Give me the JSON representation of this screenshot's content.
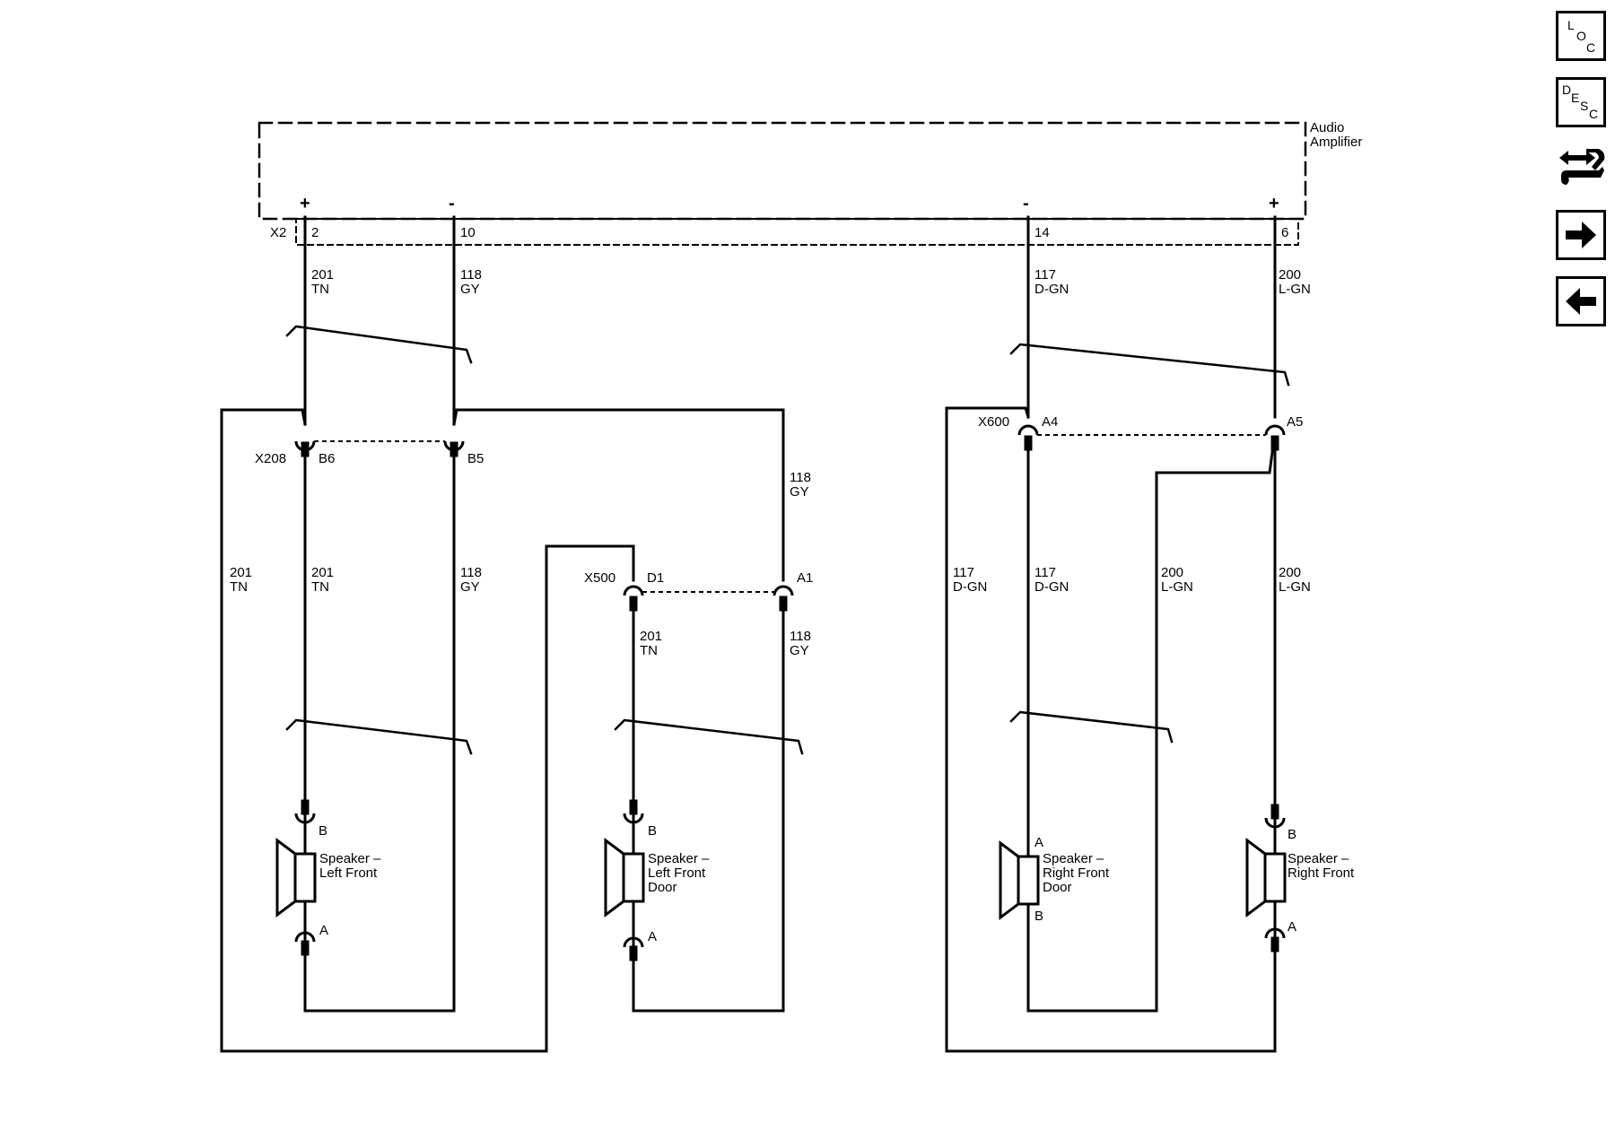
{
  "module": {
    "name_line1": "Audio",
    "name_line2": "Amplifier",
    "connector": "X2"
  },
  "amp_pins": [
    {
      "pin": "2",
      "polarity": "+",
      "circuit": "201",
      "color": "TN"
    },
    {
      "pin": "10",
      "polarity": "-",
      "circuit": "118",
      "color": "GY"
    },
    {
      "pin": "14",
      "polarity": "-",
      "circuit": "117",
      "color": "D-GN"
    },
    {
      "pin": "6",
      "polarity": "+",
      "circuit": "200",
      "color": "L-GN"
    }
  ],
  "connectors": {
    "x208": {
      "name": "X208",
      "pin_a": "B6",
      "pin_b": "B5"
    },
    "x500": {
      "name": "X500",
      "pin_a": "D1",
      "pin_b": "A1"
    },
    "x600": {
      "name": "X600",
      "pin_a": "A4",
      "pin_b": "A5"
    }
  },
  "wires": [
    {
      "circuit": "201",
      "color": "TN"
    },
    {
      "circuit": "201",
      "color": "TN"
    },
    {
      "circuit": "118",
      "color": "GY"
    },
    {
      "circuit": "118",
      "color": "GY"
    },
    {
      "circuit": "201",
      "color": "TN"
    },
    {
      "circuit": "118",
      "color": "GY"
    },
    {
      "circuit": "117",
      "color": "D-GN"
    },
    {
      "circuit": "117",
      "color": "D-GN"
    },
    {
      "circuit": "200",
      "color": "L-GN"
    },
    {
      "circuit": "200",
      "color": "L-GN"
    }
  ],
  "speakers": [
    {
      "line1": "Speaker –",
      "line2": "Left Front",
      "line3": "",
      "top_pin": "B",
      "bottom_pin": "A"
    },
    {
      "line1": "Speaker –",
      "line2": "Left Front",
      "line3": "Door",
      "top_pin": "B",
      "bottom_pin": "A"
    },
    {
      "line1": "Speaker –",
      "line2": "Right Front",
      "line3": "Door",
      "top_pin": "A",
      "bottom_pin": "B"
    },
    {
      "line1": "Speaker –",
      "line2": "Right Front",
      "line3": "",
      "top_pin": "B",
      "bottom_pin": "A"
    }
  ],
  "nav": {
    "loc": {
      "l1": "L",
      "l2": "O",
      "l3": "C"
    },
    "desc": {
      "l1": "D",
      "l2": "E",
      "l3": "S",
      "l4": "C"
    },
    "buttons": [
      "loc-button",
      "desc-button",
      "wrench-button",
      "next-arrow-button",
      "prev-arrow-button"
    ]
  }
}
